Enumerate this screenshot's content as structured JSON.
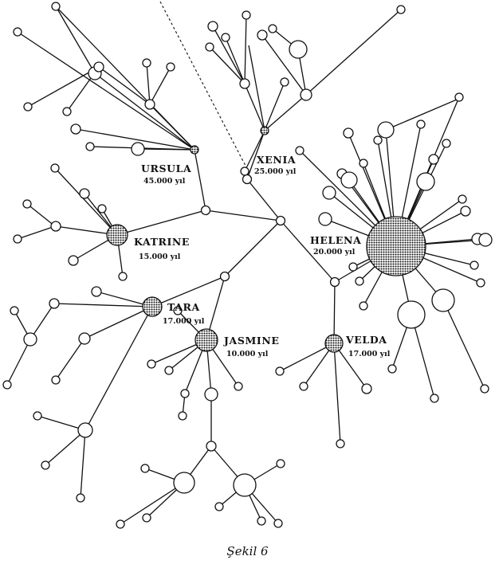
{
  "caption": "Şekil 6",
  "clans": [
    {
      "id": "ursula",
      "name": "URSULA",
      "age": "45.000 yıl"
    },
    {
      "id": "xenia",
      "name": "XENIA",
      "age": "25.000 yıl"
    },
    {
      "id": "helena",
      "name": "HELENA",
      "age": "20.000 yıl"
    },
    {
      "id": "katrine",
      "name": "KATRINE",
      "age": "15.000 yıl"
    },
    {
      "id": "tara",
      "name": "TARA",
      "age": "17.000 yıl"
    },
    {
      "id": "jasmine",
      "name": "JASMINE",
      "age": "10.000 yıl"
    },
    {
      "id": "velda",
      "name": "VELDA",
      "age": "17.000 yıl"
    }
  ]
}
